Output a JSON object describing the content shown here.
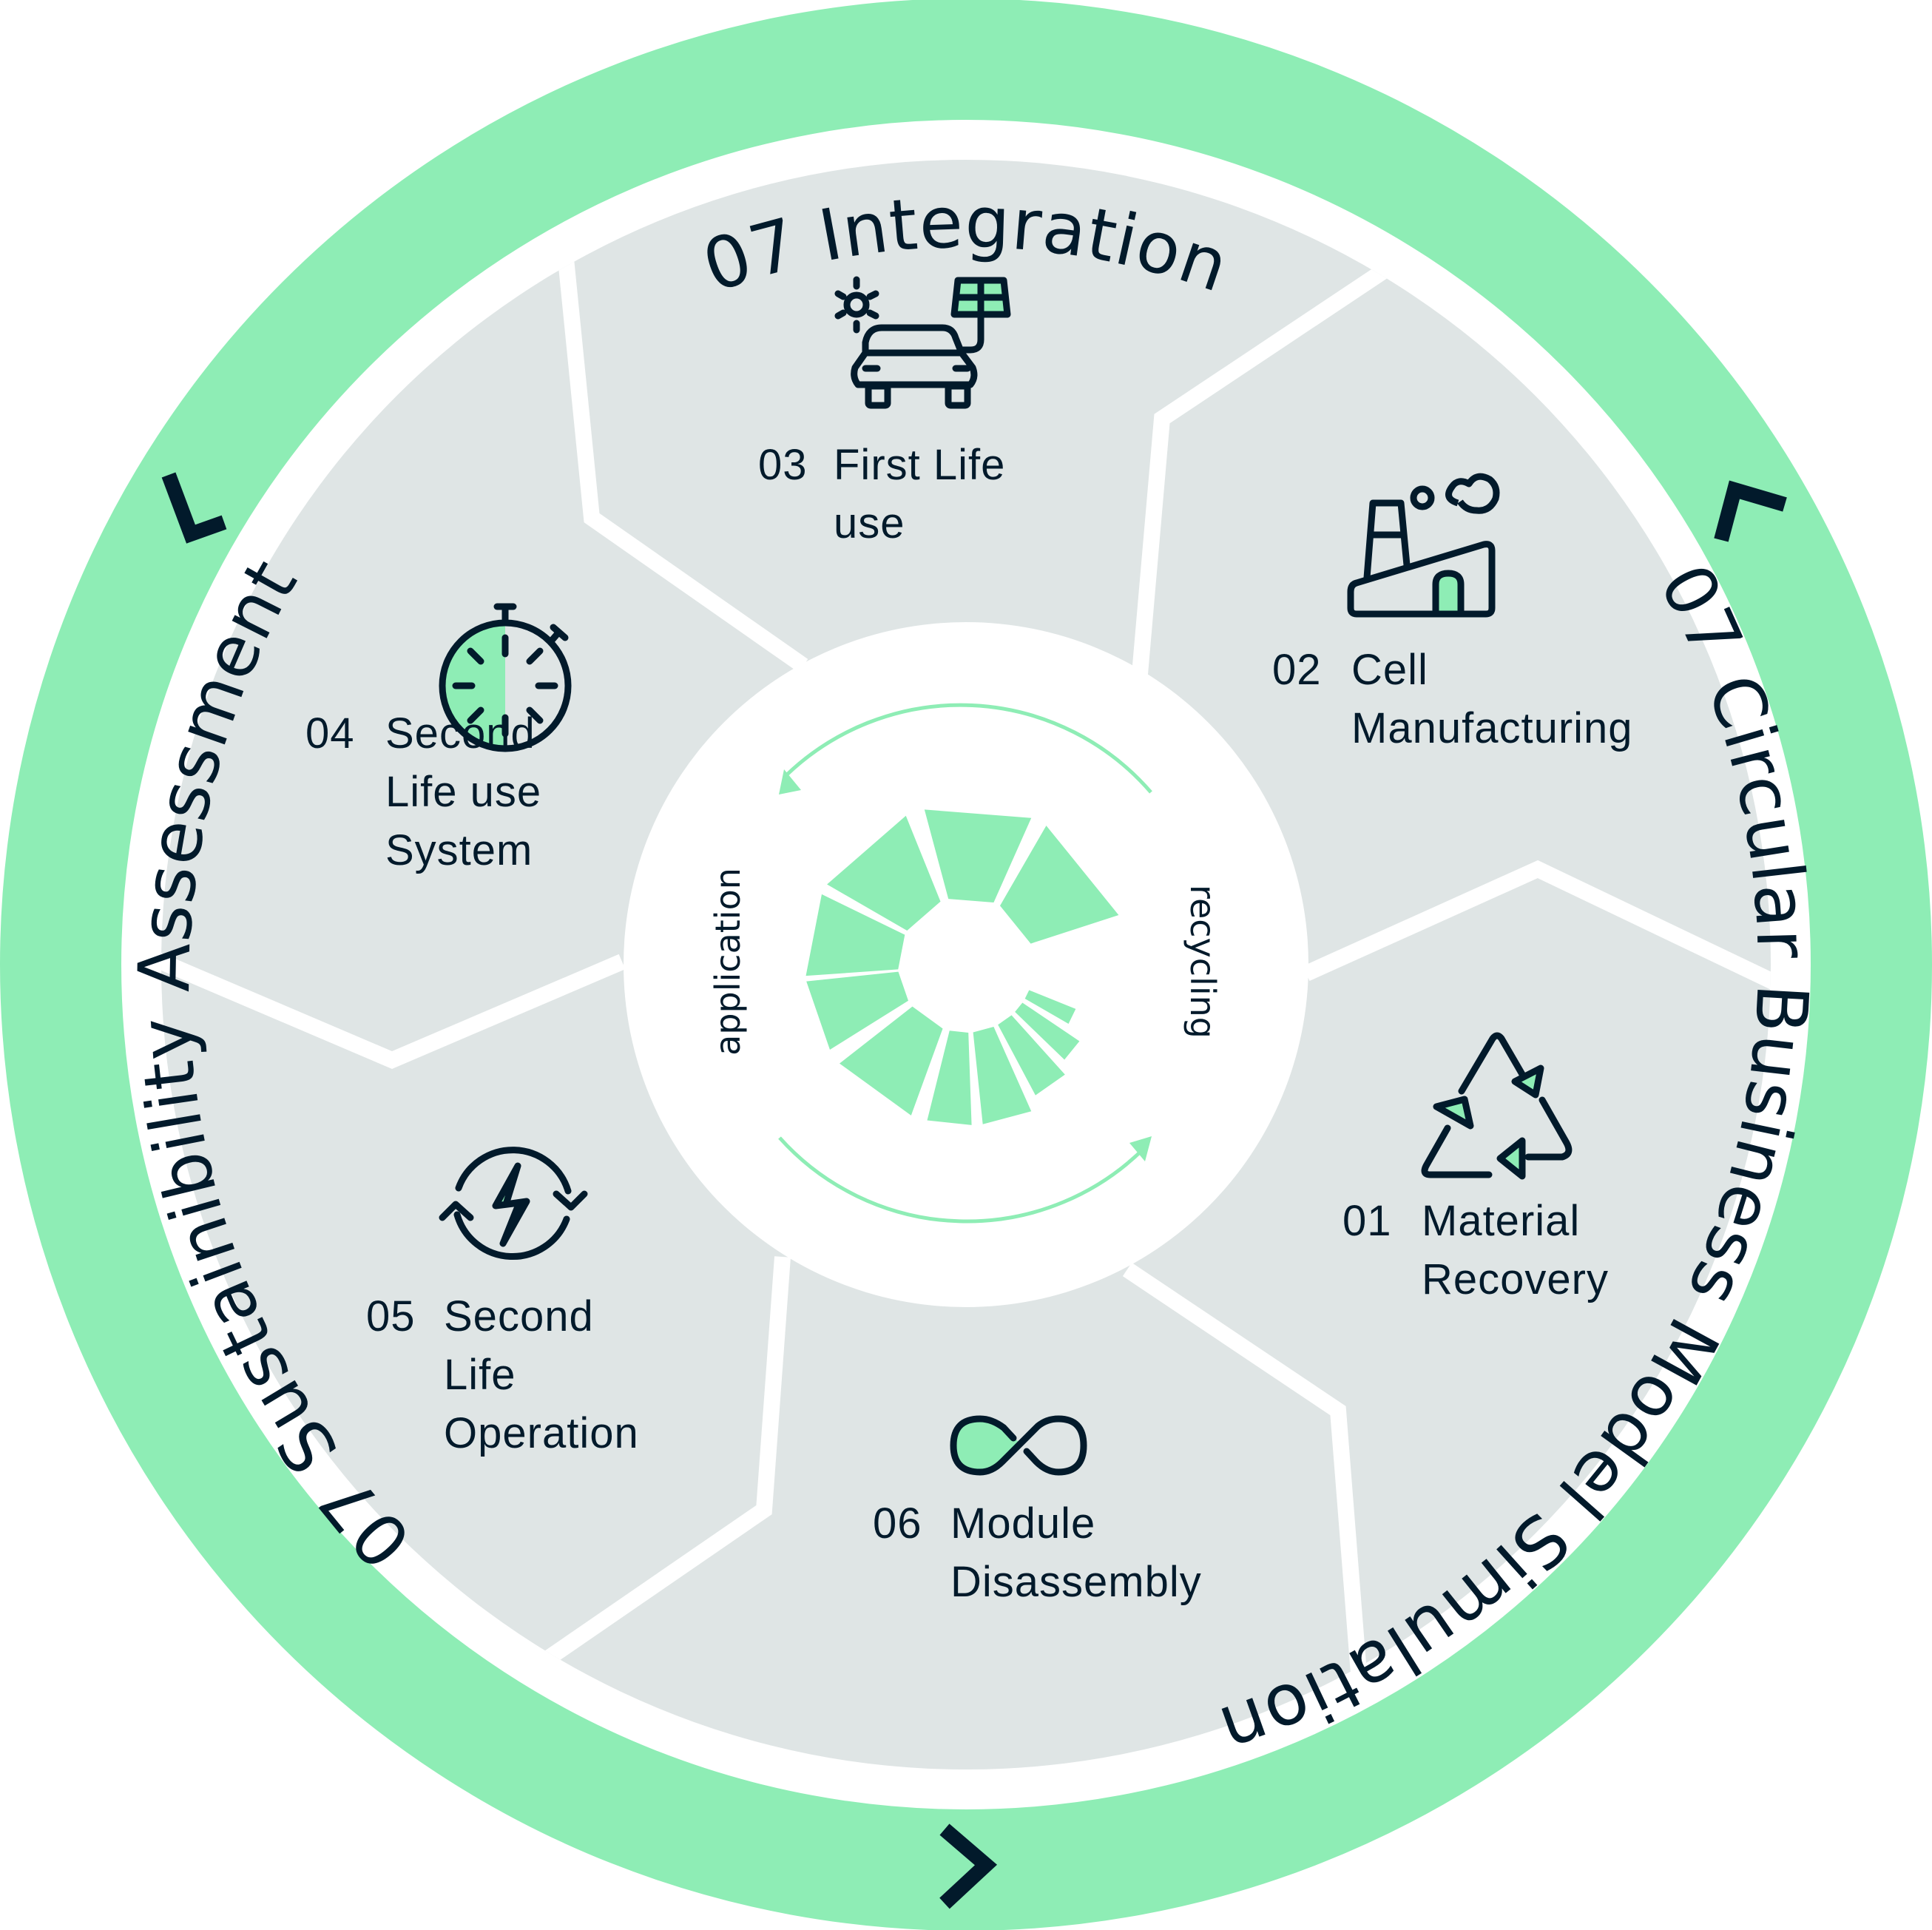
{
  "colors": {
    "ring": "#8eedb5",
    "sector": "#dfe5e5",
    "divider": "#ffffff",
    "ink": "#021a2b",
    "accent": "#8eedb5"
  },
  "outer_ring": {
    "top_label": "07 Integration",
    "right_label": "07 Circular Business Model Simulation",
    "left_label": "07 Sustainibility Assessment",
    "chevrons": [
      "chevron-left-icon",
      "chevron-up-left-icon",
      "chevron-right-icon"
    ]
  },
  "stages": [
    {
      "number": "01",
      "lines": [
        "Material",
        "Recovery"
      ],
      "icon": "recycle-icon"
    },
    {
      "number": "02",
      "lines": [
        "Cell",
        "Manufacturing"
      ],
      "icon": "factory-icon"
    },
    {
      "number": "03",
      "lines": [
        "First Life",
        "use"
      ],
      "icon": "solar-car-icon"
    },
    {
      "number": "04",
      "lines": [
        "Second",
        "Life use",
        "System"
      ],
      "icon": "stopwatch-icon"
    },
    {
      "number": "05",
      "lines": [
        "Second",
        "Life",
        "Operation"
      ],
      "icon": "energy-cycle-icon"
    },
    {
      "number": "06",
      "lines": [
        "Module",
        "Disassembly"
      ],
      "icon": "infinity-icon"
    }
  ],
  "center": {
    "left_label": "application",
    "right_label": "recycling"
  }
}
